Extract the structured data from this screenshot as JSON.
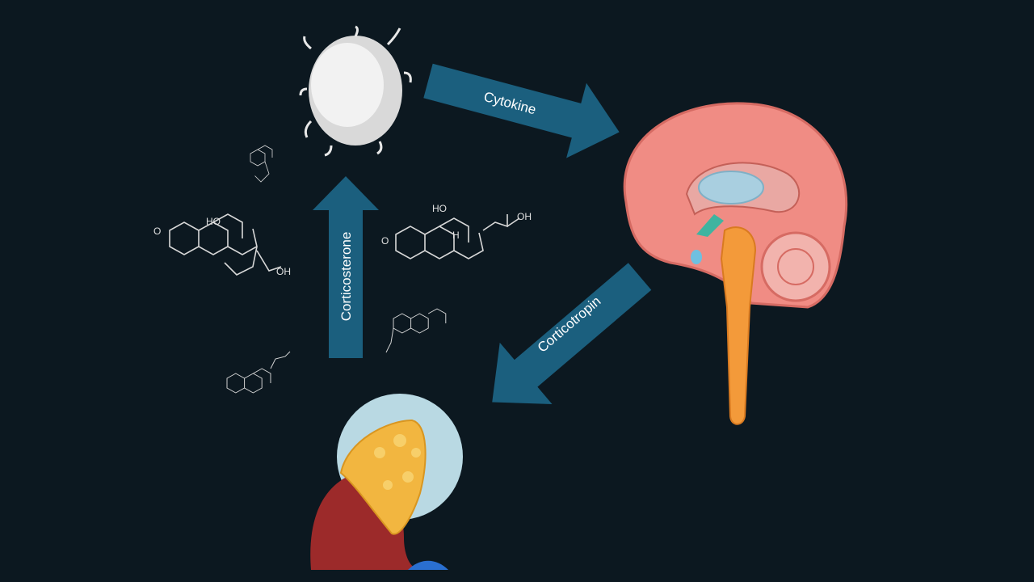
{
  "colors": {
    "background": "#0c1820",
    "arrow": "#1b5f7e",
    "brain": "#f08c84",
    "adrenal": "#f2b640",
    "kidney": "#9c2a2a",
    "halo": "#b9d9e3"
  },
  "arrows": {
    "cytokine": "Cytokine",
    "corticotropin": "Corticotropin",
    "corticosterone": "Corticosterone"
  },
  "molecule_labels": {
    "ho": "HO",
    "oh": "OH",
    "o": "O",
    "h": "H"
  }
}
